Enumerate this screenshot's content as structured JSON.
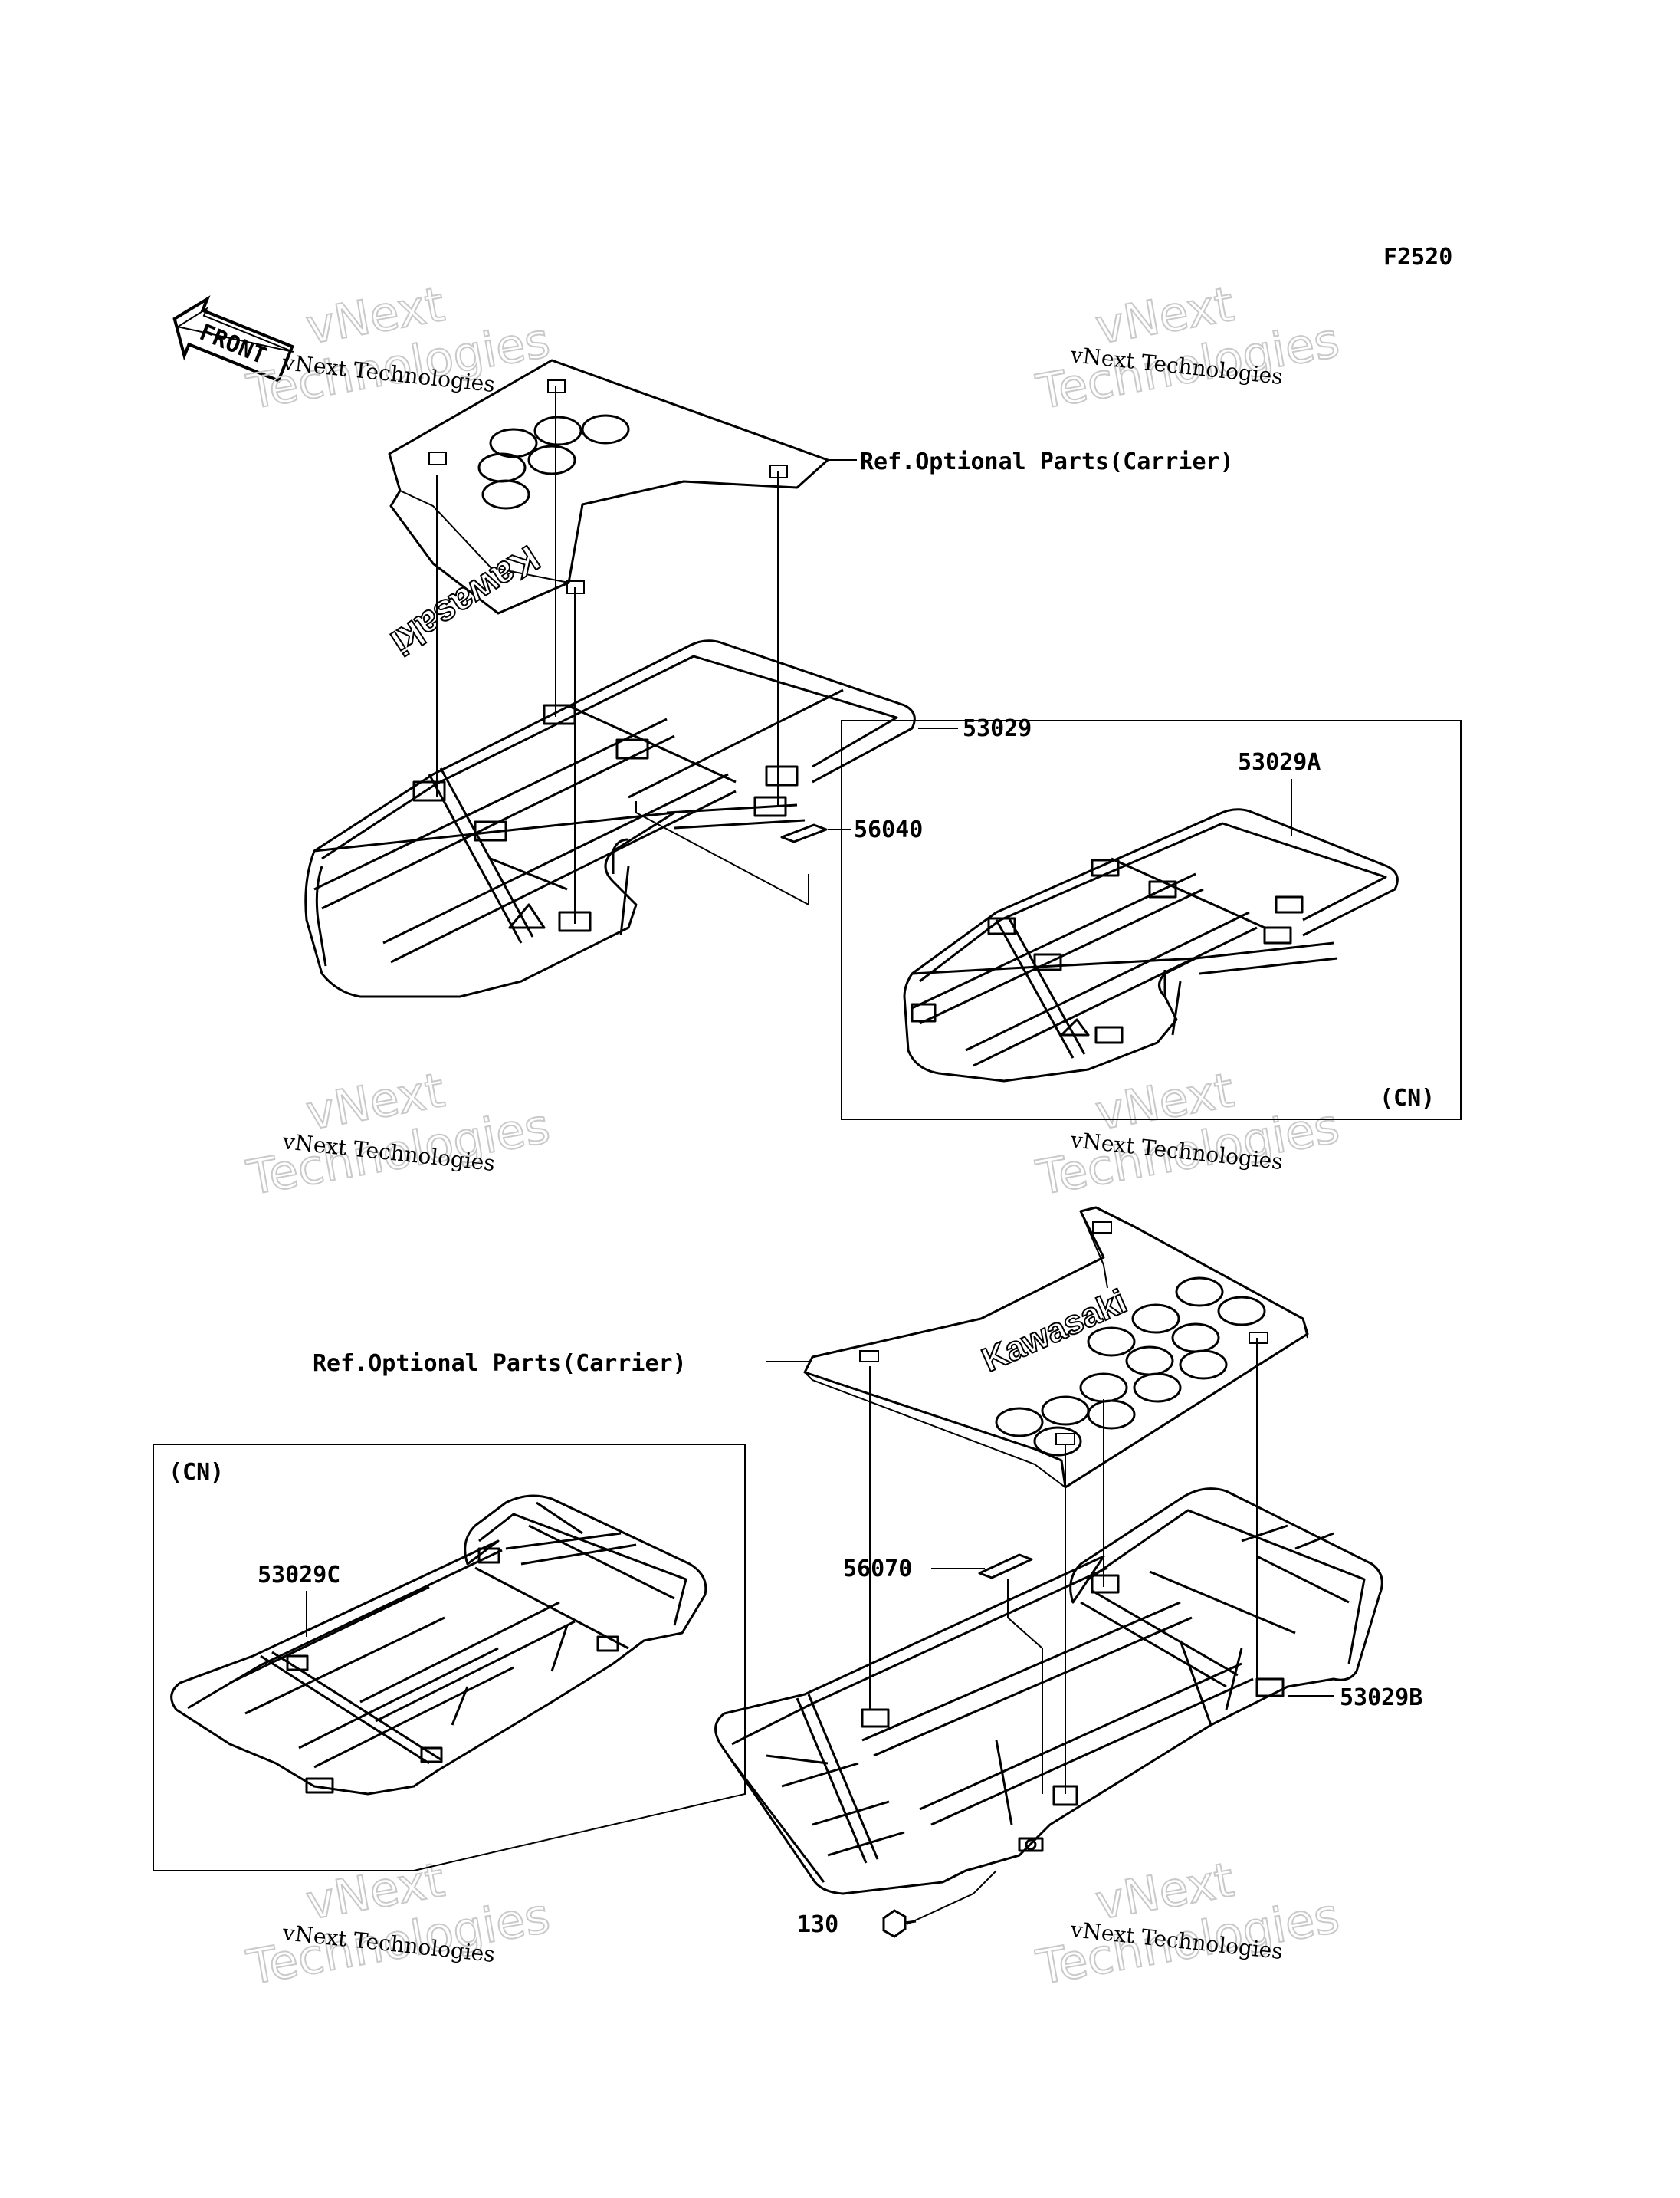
{
  "figure_id": "F2520",
  "front_arrow": "FRONT",
  "watermark": {
    "line1": "vNext Technologies",
    "line2_a": "vNext",
    "line2_b": "Technologies"
  },
  "labels": {
    "ref_optional_top": "Ref.Optional Parts(Carrier)",
    "p53029": "53029",
    "p56040": "56040",
    "p53029A": "53029A",
    "cn_right": "(CN)",
    "ref_optional_bottom": "Ref.Optional Parts(Carrier)",
    "cn_left": "(CN)",
    "p53029C": "53029C",
    "p56070": "56070",
    "p53029B": "53029B",
    "p130": "130"
  },
  "logo_text": "Kawasaki"
}
